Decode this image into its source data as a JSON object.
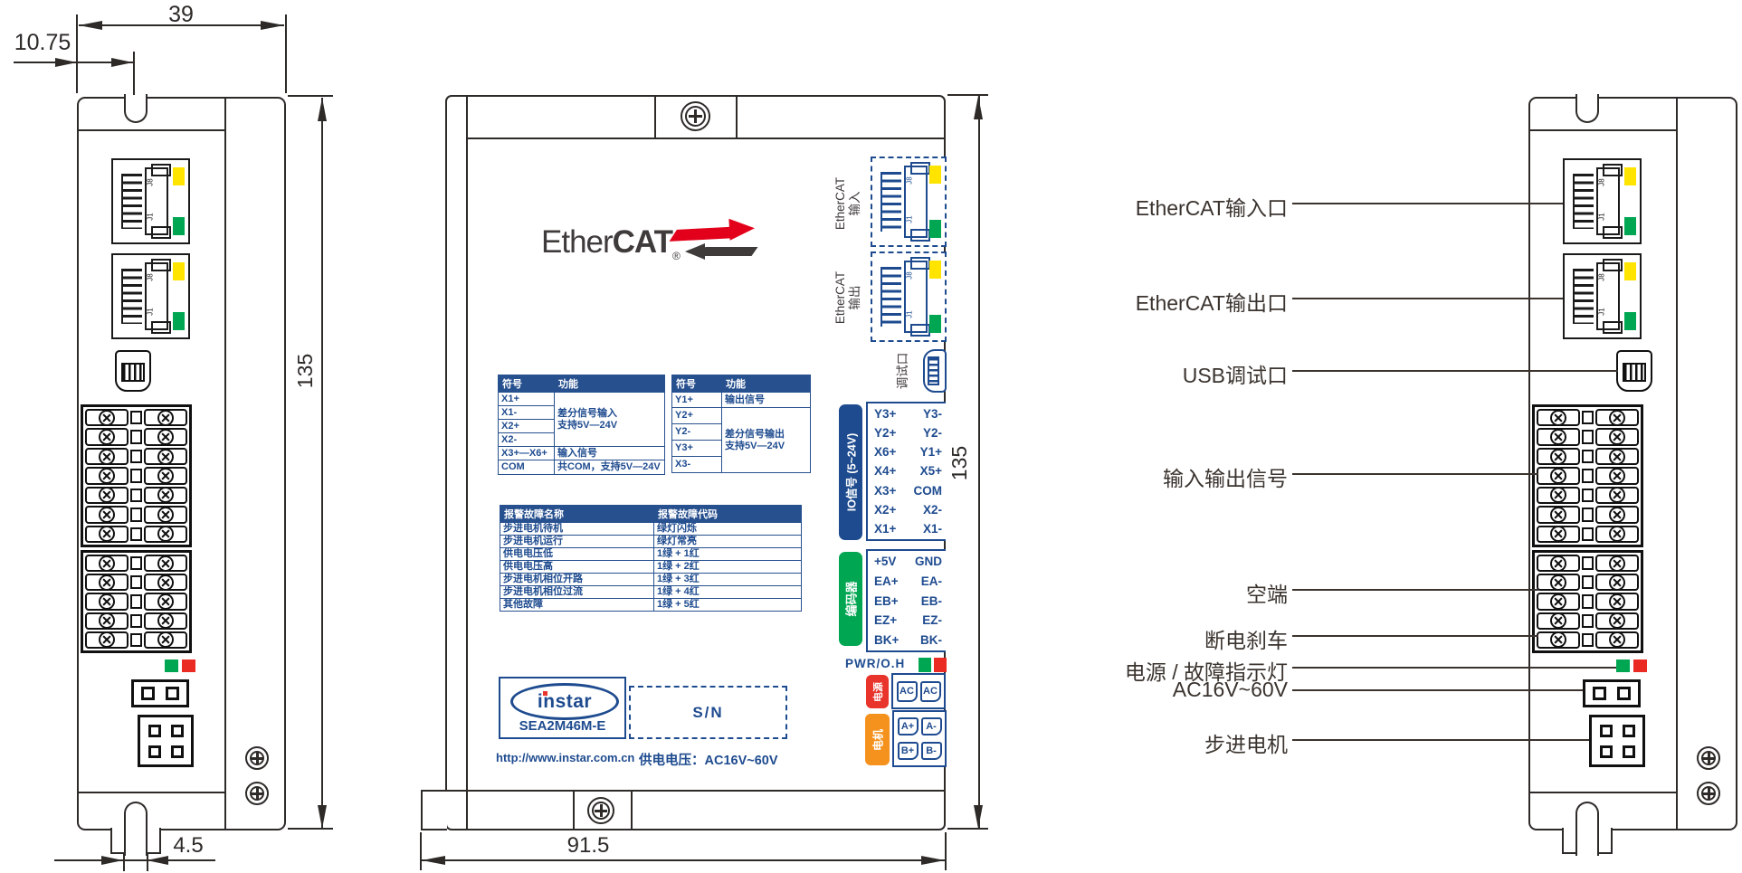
{
  "dimensions": {
    "top_width": "39",
    "notch_offset": "10.75",
    "height": "135",
    "front_width": "91.5",
    "slot_width": "4.5"
  },
  "rj45": {
    "top_label": "J8",
    "bottom_label": "J1"
  },
  "front": {
    "logo": {
      "light": "Ether",
      "bold": "CAT",
      "reg": "®"
    },
    "ethercat_in": {
      "line1": "EtherCAT",
      "line2": "输入"
    },
    "ethercat_out": {
      "line1": "EtherCAT",
      "line2": "输出"
    },
    "debug_port": "调试口",
    "input_table": {
      "headers": [
        "符号",
        "功能"
      ],
      "groups": [
        {
          "symbols": [
            "X1+",
            "X1-",
            "X2+",
            "X2-"
          ],
          "func": [
            "差分信号输入",
            "支持5V—24V"
          ]
        },
        {
          "symbols": [
            "X3+—X6+"
          ],
          "func": [
            "输入信号"
          ]
        },
        {
          "symbols": [
            "COM"
          ],
          "func": [
            "共COM，支持5V—24V"
          ]
        }
      ]
    },
    "output_table": {
      "headers": [
        "符号",
        "功能"
      ],
      "groups": [
        {
          "symbols": [
            "Y1+"
          ],
          "func": [
            "输出信号"
          ]
        },
        {
          "symbols": [
            "Y2+",
            "Y2-",
            "Y3+",
            "X3-"
          ],
          "func": [
            "差分信号输出",
            "支持5V—24V"
          ]
        }
      ]
    },
    "alarm_table": {
      "headers": [
        "报警故障名称",
        "报警故障代码"
      ],
      "rows": [
        [
          "步进电机待机",
          "绿灯闪烁"
        ],
        [
          "步进电机运行",
          "绿灯常亮"
        ],
        [
          "供电电压低",
          "1绿 + 1红"
        ],
        [
          "供电电压高",
          "1绿 + 2红"
        ],
        [
          "步进电机相位开路",
          "1绿 + 3红"
        ],
        [
          "步进电机相位过流",
          "1绿 + 4红"
        ],
        [
          "其他故障",
          "1绿 + 5红"
        ]
      ]
    },
    "io_block": {
      "label": "IO信号 (5~24V)",
      "rows": [
        [
          "Y3+",
          "Y3-"
        ],
        [
          "Y2+",
          "Y2-"
        ],
        [
          "X6+",
          "Y1+"
        ],
        [
          "X4+",
          "X5+"
        ],
        [
          "X3+",
          "COM"
        ],
        [
          "X2+",
          "X2-"
        ],
        [
          "X1+",
          "X1-"
        ]
      ]
    },
    "encoder_block": {
      "label": "编码器",
      "rows": [
        [
          "+5V",
          "GND"
        ],
        [
          "EA+",
          "EA-"
        ],
        [
          "EB+",
          "EB-"
        ],
        [
          "EZ+",
          "EZ-"
        ],
        [
          "BK+",
          "BK-"
        ]
      ]
    },
    "pwr_label": "PWR/O.H",
    "power_conn": {
      "label": "电源",
      "pins": [
        "AC",
        "AC"
      ]
    },
    "motor_conn": {
      "label": "电机",
      "pins": [
        [
          "A+",
          "A-"
        ],
        [
          "B+",
          "B-"
        ]
      ]
    },
    "brand": {
      "name": "instar",
      "model": "SEA2M46M-E",
      "serial": "S/N",
      "url": "http://www.instar.com.cn",
      "supply": "供电电压：AC16V~60V"
    }
  },
  "callouts": [
    {
      "label": "EtherCAT输入口"
    },
    {
      "label": "EtherCAT输出口"
    },
    {
      "label": "USB调试口"
    },
    {
      "label": "输入输出信号"
    },
    {
      "label": "空端"
    },
    {
      "label": "断电刹车"
    },
    {
      "label": "电源 / 故障指示灯"
    },
    {
      "label": "AC16V~60V"
    },
    {
      "label": "步进电机"
    }
  ],
  "colors": {
    "ink": "#2e2a28",
    "navy": "#1e4b8f",
    "header_blue": "#27508f",
    "green": "#00a651",
    "red": "#e8342a",
    "orange": "#f5921e",
    "yellow_led": "#ffe400",
    "green_led": "#00a651",
    "red_led": "#ea2b24",
    "logo_red": "#e2001a",
    "logo_gray": "#3f3b3a"
  }
}
